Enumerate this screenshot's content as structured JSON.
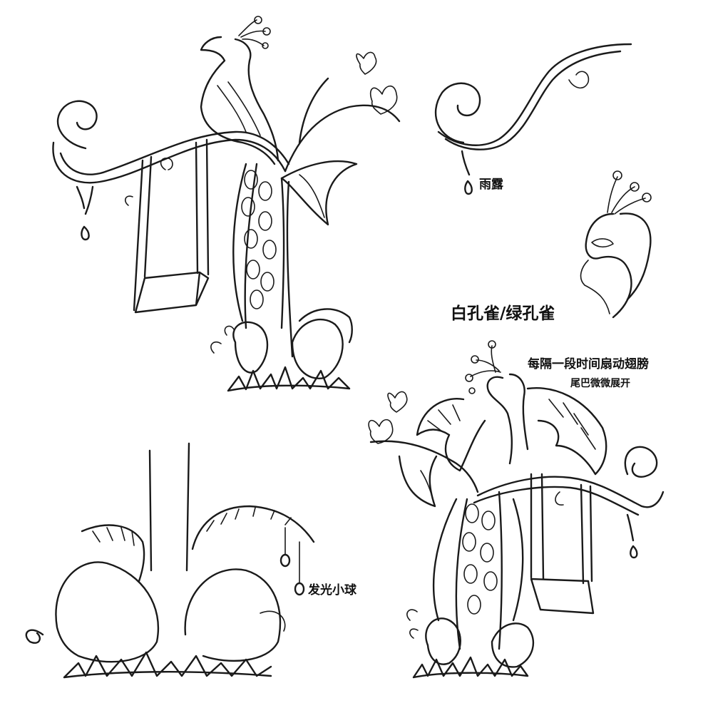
{
  "annotations": {
    "rain_dew": "雨露",
    "peacock_variant": "白孔雀/绿孔雀",
    "wing_flap": "每隔一段时间扇动翅膀",
    "tail_open": "尾巴微微展开",
    "glowing_orb": "发光小球"
  },
  "colors": {
    "ink": "#1a1a1a",
    "paper": "#ffffff"
  }
}
